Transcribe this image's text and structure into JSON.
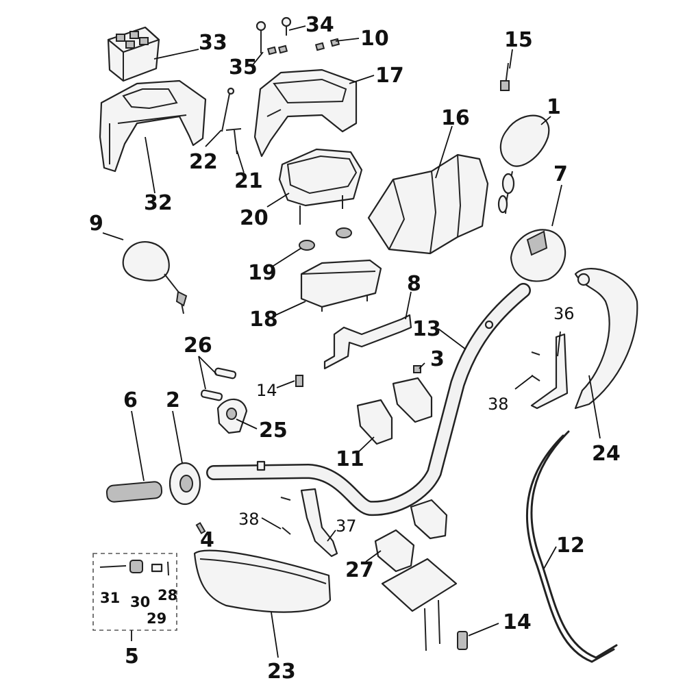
{
  "labels": {
    "p1": "1",
    "p2": "2",
    "p3": "3",
    "p4": "4",
    "p5": "5",
    "p6": "6",
    "p7": "7",
    "p8": "8",
    "p9": "9",
    "p10": "10",
    "p11": "11",
    "p12": "12",
    "p13": "13",
    "p14a": "14",
    "p14b": "14",
    "p15": "15",
    "p16": "16",
    "p17": "17",
    "p18": "18",
    "p19": "19",
    "p20": "20",
    "p21": "21",
    "p22": "22",
    "p23": "23",
    "p24": "24",
    "p25": "25",
    "p26": "26",
    "p27": "27",
    "p28": "28",
    "p29": "29",
    "p30": "30",
    "p31": "31",
    "p32": "32",
    "p33": "33",
    "p34": "34",
    "p35": "35",
    "p36": "36",
    "p37": "37",
    "p38a": "38",
    "p38b": "38"
  }
}
